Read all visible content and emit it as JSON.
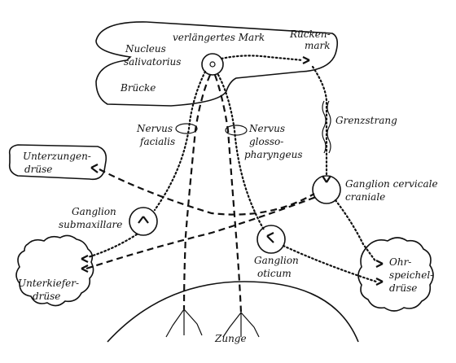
{
  "labels": {
    "verlaengertes_mark": "verlängertes Mark",
    "ruecken": "Rücken-",
    "mark": "mark",
    "nucleus": "Nucleus",
    "salivatorius": "salivatorius",
    "bruecke": "Brücke",
    "nervus_left": "Nervus",
    "facialis": "facialis",
    "nervus_right": "Nervus",
    "glosso": "glosso-",
    "pharyngeus": "pharyngeus",
    "grenzstrang": "Grenzstrang",
    "unterzungen": "Unterzungen-",
    "druese_1": "drüse",
    "ganglion_cerv": "Ganglion cervicale",
    "craniale": "craniale",
    "ganglion_sub": "Ganglion",
    "submaxillare": "submaxillare",
    "unterkiefer": "Unterkiefer-",
    "druese_2": "drüse",
    "ganglion_oti": "Ganglion",
    "oticum": "oticum",
    "ohr": "Ohr-",
    "speichel": "speichel-",
    "druese_3": "drüse",
    "zunge": "Zunge"
  }
}
